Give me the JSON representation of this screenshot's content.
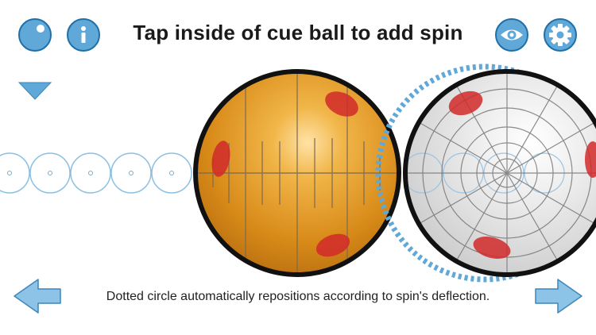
{
  "header": {
    "title": "Tap inside of cue ball to add spin"
  },
  "footer": {
    "caption": "Dotted circle automatically repositions according to spin's deflection."
  },
  "buttons": {
    "ball": {
      "icon": "cue-ball-icon"
    },
    "info": {
      "icon": "info-icon",
      "glyph": "i"
    },
    "view": {
      "icon": "eye-icon"
    },
    "settings": {
      "icon": "gear-icon"
    },
    "dropdown": {
      "icon": "triangle-down-icon"
    },
    "back": {
      "icon": "arrow-left-icon"
    },
    "forward": {
      "icon": "arrow-right-icon"
    }
  },
  "colors": {
    "accent": "#5fa8d8",
    "accent_dark": "#1f6fa8",
    "object_ball": "#e0961e",
    "spot_red": "#d22a2a",
    "cue_ball": "#e8e8e8"
  }
}
